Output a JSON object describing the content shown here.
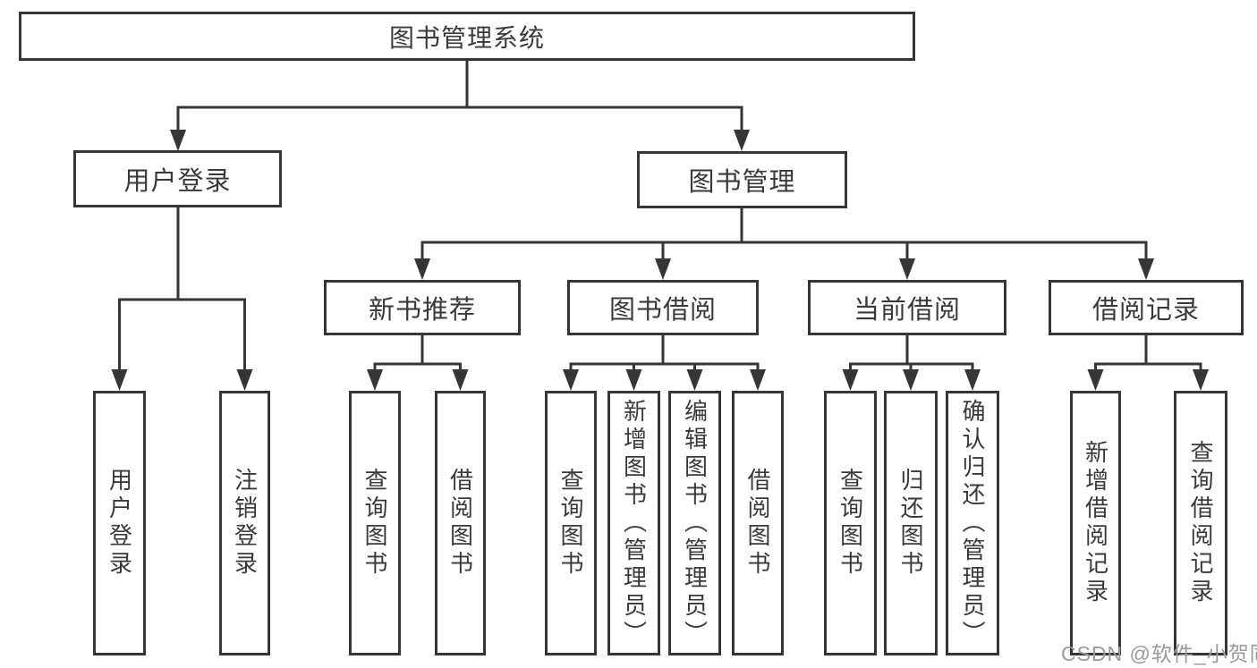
{
  "tree": {
    "root": "图书管理系统",
    "branches": [
      {
        "label": "用户登录",
        "children": [
          "用户登录",
          "注销登录"
        ]
      },
      {
        "label": "图书管理",
        "groups": [
          {
            "label": "新书推荐",
            "children": [
              "查询图书",
              "借阅图书"
            ]
          },
          {
            "label": "图书借阅",
            "children": [
              "查询图书",
              "新增图书（管理员）",
              "编辑图书（管理员）",
              "借阅图书"
            ]
          },
          {
            "label": "当前借阅",
            "children": [
              "查询图书",
              "归还图书",
              "确认归还（管理员）"
            ]
          },
          {
            "label": "借阅记录",
            "children": [
              "新增借阅记录",
              "查询借阅记录"
            ]
          }
        ]
      }
    ]
  },
  "watermark": {
    "text": "CSDN @软件_小贺同学"
  },
  "colors": {
    "line": "#363636",
    "text": "#3a3a3a",
    "box_fill": "#ffffff",
    "background": "#ffffff",
    "watermark": "#9b9b9b"
  }
}
